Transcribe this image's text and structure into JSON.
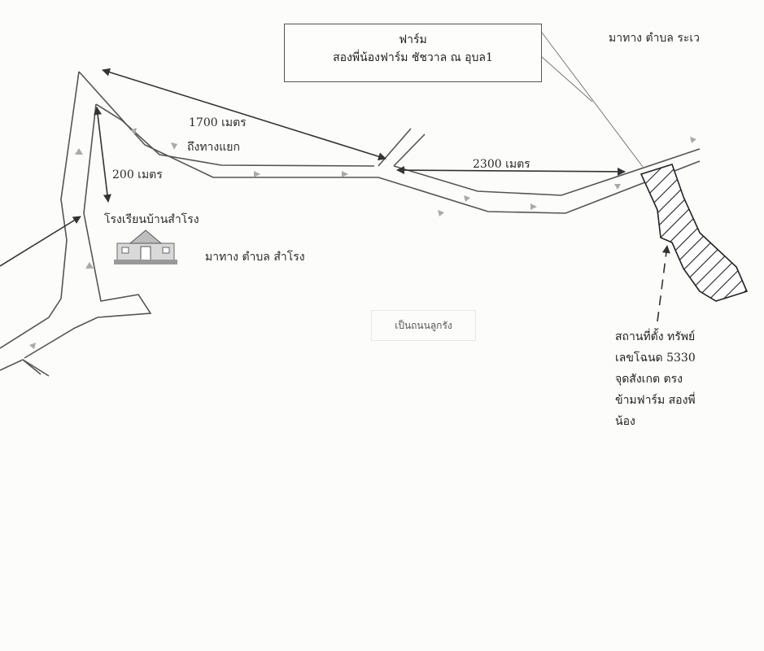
{
  "farm_box": {
    "line1": "ฟาร์ม",
    "line2": "สองพี่น้องฟาร์ม ชัชวาล ณ อุบล1"
  },
  "labels": {
    "top_right_from": "มาทาง ตำบล ระเว",
    "distance_1700": "1700 เมตร",
    "to_junction": "ถึงทางแยก",
    "distance_200": "200 เมตร",
    "distance_2300": "2300 เมตร",
    "school": "โรงเรียนบ้านสำโรง",
    "from_samrong": "มาทาง ตำบล สำโรง",
    "dirt_road": "เป็นถนนลูกรัง"
  },
  "location_note": {
    "line1": "สถานที่ตั้ง ทรัพย์",
    "line2": "เลขโฉนด 5330",
    "line3": "จุดสังเกต ตรง",
    "line4": "ข้ามฟาร์ม สองพี่",
    "line5": "น้อง"
  },
  "colors": {
    "road_line": "#555555",
    "arrow": "#333333",
    "road_arrow": "#aaaaaa",
    "hatch": "#222222"
  }
}
